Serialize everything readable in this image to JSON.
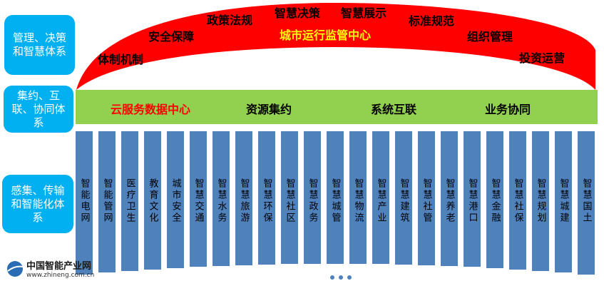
{
  "layers": {
    "management": "管理、决策和智慧体系",
    "integration": "集约、互联、协同体系",
    "sensing": "感集、传输和智能化体系"
  },
  "arc": {
    "center_title": "城市运行监管中心",
    "items": [
      "体制机制",
      "安全保障",
      "政策法规",
      "智慧决策",
      "智慧展示",
      "标准规范",
      "组织管理",
      "投资运营"
    ]
  },
  "band": {
    "items": [
      "云服务数据中心",
      "资源集约",
      "系统互联",
      "业务协同"
    ]
  },
  "columns": [
    "智能电网",
    "智能管网",
    "医疗卫生",
    "教育文化",
    "城市安全",
    "智慧交通",
    "智慧水务",
    "智慧旅游",
    "智慧环保",
    "智慧社区",
    "智慧政务",
    "智慧城管",
    "智慧物流",
    "智慧产业",
    "智慧建筑",
    "智慧社管",
    "智慧养老",
    "智慧港口",
    "智慧金融",
    "智慧社保",
    "智慧规划",
    "智慧城建",
    "智慧国土"
  ],
  "logo": {
    "name": "中国智能产业网",
    "url": "www.zhineng.com.cn"
  },
  "colors": {
    "arc": "#ff0000",
    "band": "#92d050",
    "column": "#4f81bd",
    "side": "#00b0f0"
  }
}
